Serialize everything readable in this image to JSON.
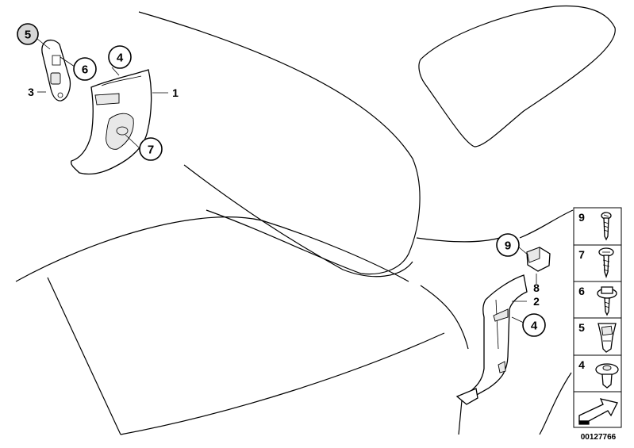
{
  "callouts": {
    "c5_top": "5",
    "c6_top": "6",
    "c4_top": "4",
    "c7": "7",
    "c9": "9",
    "c4_bottom": "4"
  },
  "labels": {
    "l3": "3",
    "l1": "1",
    "l8": "8",
    "l2": "2"
  },
  "legend": {
    "items": [
      "9",
      "7",
      "6",
      "5",
      "4"
    ]
  },
  "reference_number": "00127766"
}
